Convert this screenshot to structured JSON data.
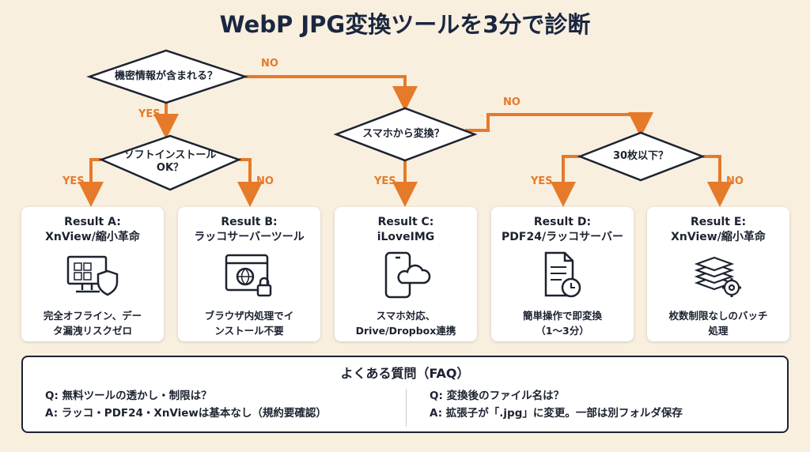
{
  "title": "WebP JPG変換ツールを3分で診断",
  "colors": {
    "arrow": "#e57a2a",
    "background": "#f8efdf",
    "text": "#1c2230"
  },
  "decisions": {
    "q1": "機密情報が含まれる？",
    "q2_line1": "ソフトインストール",
    "q2_line2": "OK？",
    "q3": "スマホから変換？",
    "q4": "30枚以下？"
  },
  "branch_labels": {
    "yes": "YES",
    "no": "NO"
  },
  "results": [
    {
      "title1": "Result A:",
      "title2": "XnView/縮小革命",
      "icon": "monitor-shield-icon",
      "desc1": "完全オフライン、デー",
      "desc2": "タ漏洩リスクゼロ"
    },
    {
      "title1": "Result B:",
      "title2": "ラッコサーバーツール",
      "icon": "browser-globe-lock-icon",
      "desc1": "ブラウザ内処理でイ",
      "desc2": "ンストール不要"
    },
    {
      "title1": "Result C:",
      "title2": "iLoveIMG",
      "icon": "phone-cloud-icon",
      "desc1": "スマホ対応、",
      "desc2": "Drive/Dropbox連携"
    },
    {
      "title1": "Result D:",
      "title2": "PDF24/ラッコサーバー",
      "icon": "document-clock-icon",
      "desc1": "簡単操作で即変換",
      "desc2": "（1〜3分）"
    },
    {
      "title1": "Result E:",
      "title2": "XnView/縮小革命",
      "icon": "stack-gear-icon",
      "desc1": "枚数制限なしのバッチ",
      "desc2": "処理"
    }
  ],
  "faq": {
    "title": "よくある質問（FAQ）",
    "items": [
      {
        "q": "Q: 無料ツールの透かし・制限は？",
        "a": "A: ラッコ・PDF24・XnViewは基本なし（規約要確認）"
      },
      {
        "q": "Q: 変換後のファイル名は？",
        "a": "A: 拡張子が「.jpg」に変更。一部は別フォルダ保存"
      }
    ]
  }
}
